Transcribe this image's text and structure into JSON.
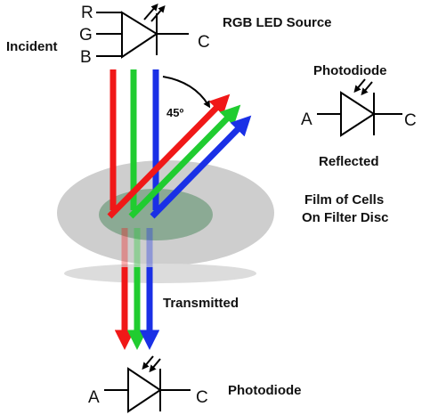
{
  "labels": {
    "r": "R",
    "g": "G",
    "b": "B",
    "c_led": "C",
    "led_source": "RGB LED Source",
    "incident": "Incident",
    "angle": "45º",
    "photodiode_reflected": "Photodiode",
    "a_reflected": "A",
    "c_reflected": "C",
    "reflected": "Reflected",
    "film_line1": "Film of Cells",
    "film_line2": "On Filter Disc",
    "transmitted": "Transmitted",
    "a_bottom": "A",
    "c_bottom": "C",
    "photodiode_bottom": "Photodiode"
  },
  "colors": {
    "red": "#f01818",
    "green": "#20cc30",
    "blue": "#1a30e6",
    "disc": "#c8c8c8",
    "film": "#7fa389",
    "ink": "#111111"
  },
  "icons": {
    "led": "led-symbol-icon",
    "photodiode": "photodiode-symbol-icon"
  }
}
